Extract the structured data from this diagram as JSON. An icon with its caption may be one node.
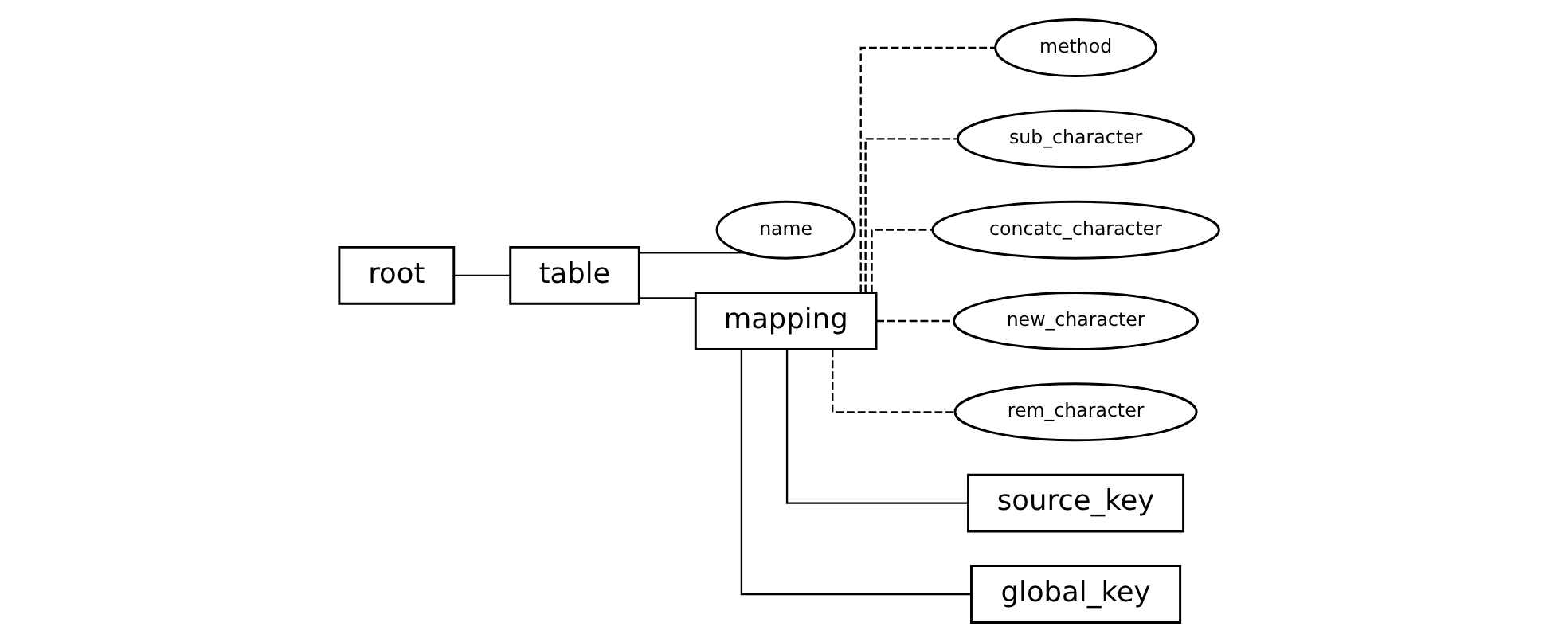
{
  "diagram": {
    "nodes": [
      {
        "text": [
          "root"
        ]
      },
      {
        "text": [
          "table"
        ]
      },
      {
        "text": [
          "name"
        ]
      },
      {
        "text": [
          "mapping"
        ]
      },
      {
        "text": [
          "method"
        ]
      },
      {
        "text": [
          "sub_character"
        ]
      },
      {
        "text": [
          "concatc_character"
        ]
      },
      {
        "text": [
          "new_character"
        ]
      },
      {
        "text": [
          "rem_character"
        ]
      },
      {
        "text": [
          "source_key"
        ]
      },
      {
        "text": [
          "global_key"
        ]
      }
    ],
    "edges": [
      {
        "from": 0,
        "to": 1,
        "arrow": "none"
      },
      {
        "from": 1,
        "to": 2,
        "arrow": "none"
      },
      {
        "from": 1,
        "to": 3,
        "arrow": "none"
      },
      {
        "from": 3,
        "to": 4,
        "arrow": "none",
        "style": "dashed"
      },
      {
        "from": 3,
        "to": 5,
        "arrow": "none",
        "style": "dashed"
      },
      {
        "from": 3,
        "to": 6,
        "arrow": "none",
        "style": "dashed"
      },
      {
        "from": 3,
        "to": 7,
        "arrow": "none",
        "style": "dashed"
      },
      {
        "from": 3,
        "to": 8,
        "arrow": "none",
        "style": "dashed"
      },
      {
        "from": 3,
        "to": 9,
        "arrow": "none"
      },
      {
        "from": 3,
        "to": 10,
        "arrow": "none"
      }
    ]
  }
}
